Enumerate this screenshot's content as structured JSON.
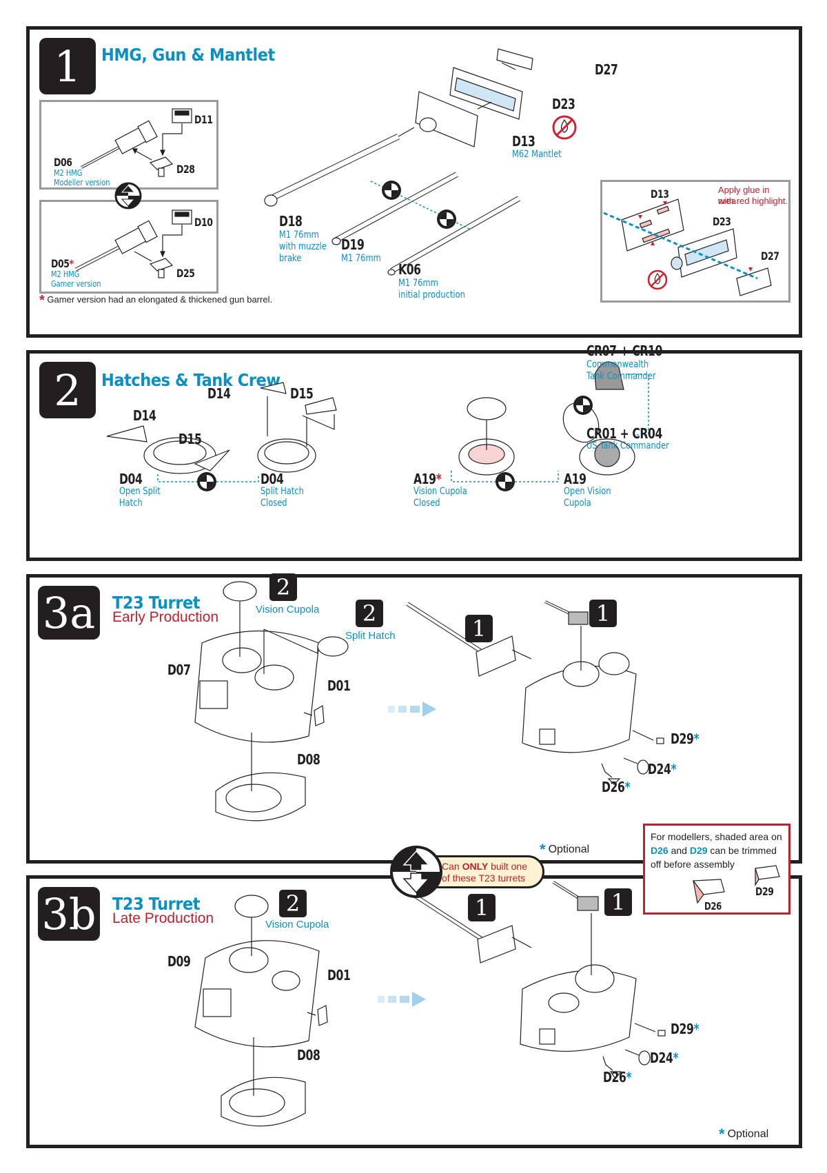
{
  "colors": {
    "accent_blue": "#0a8fc7",
    "accent_red": "#b8232f",
    "ink": "#231f20",
    "callout_bg": "#fdf3d2"
  },
  "step1": {
    "number": "1",
    "title": "HMG, Gun & Mantlet",
    "hmg_modeller": {
      "code": "D06",
      "desc_line1": "M2 HMG",
      "desc_line2": "Modeller version",
      "ammo_box": "D11",
      "mount": "D28"
    },
    "hmg_gamer": {
      "code": "D05",
      "star": "*",
      "desc_line1": "M2 HMG",
      "desc_line2": "Gamer version",
      "ammo_box": "D10",
      "mount": "D25"
    },
    "footnote_star": "*",
    "footnote": "Gamer version had an elongated & thickened gun barrel.",
    "parts": {
      "d27": "D27",
      "d23": "D23",
      "d13": {
        "code": "D13",
        "desc": "M62 Mantlet"
      },
      "d18": {
        "code": "D18",
        "desc_line1": "M1 76mm",
        "desc_line2": "with muzzle",
        "desc_line3": "brake"
      },
      "d19": {
        "code": "D19",
        "desc": "M1 76mm"
      },
      "k06": {
        "code": "K06",
        "desc_line1": "M1 76mm",
        "desc_line2": "initial production"
      }
    },
    "glue_inset": {
      "d13": "D13",
      "d23": "D23",
      "d27": "D27",
      "note_line1": "Apply glue in area",
      "note_line2": "with red highlight."
    },
    "icons": [
      "no-glue-icon",
      "swap-option-icon"
    ]
  },
  "step2": {
    "number": "2",
    "title": "Hatches & Tank Crew",
    "open_hatch": {
      "label_d14": "D14",
      "label_d15": "D15",
      "code": "D04",
      "desc_line1": "Open Split",
      "desc_line2": "Hatch"
    },
    "closed_hatch": {
      "label_d14": "D14",
      "label_d15": "D15",
      "code": "D04",
      "desc_line1": "Split Hatch",
      "desc_line2": "Closed"
    },
    "cupola_closed": {
      "code": "A19",
      "star": "*",
      "desc_line1": "Vision Cupola",
      "desc_line2": "Closed"
    },
    "cupola_open": {
      "code": "A19",
      "desc_line1": "Open Vision",
      "desc_line2": "Cupola"
    },
    "crew_commonwealth": {
      "code": "CR07 + CR10",
      "desc_line1": "Commonwealth",
      "desc_line2": "Tank Commander"
    },
    "crew_us": {
      "code": "CR01 + CR04",
      "desc": "US Tank Commander"
    }
  },
  "step3a": {
    "number": "3a",
    "title": "T23 Turret",
    "subtitle": "Early Production",
    "ref_cupola": {
      "step": "2",
      "label": "Vision Cupola"
    },
    "ref_hatch": {
      "step": "2",
      "label": "Split Hatch"
    },
    "turret": "D07",
    "periscope": "D01",
    "ring": "D08",
    "ref_gun": "1",
    "ref_hmg": "1",
    "d29": "D29",
    "d24": "D24",
    "d26": "D26",
    "star": "*",
    "optional_label": "Optional"
  },
  "callout": {
    "line1_pre": "Can ",
    "line1_bold": "ONLY",
    "line1_post": " built one",
    "line2": "of these T23 turrets"
  },
  "trim_note": {
    "text1": "For modellers, shaded area on",
    "code1": "D26",
    "and": " and ",
    "code2": "D29",
    "text2": " can be trimmed",
    "text3": "off before assembly",
    "part_a": "D29",
    "part_b": "D26"
  },
  "step3b": {
    "number": "3b",
    "title": "T23 Turret",
    "subtitle": "Late Production",
    "ref_cupola": {
      "step": "2",
      "label": "Vision Cupola"
    },
    "turret": "D09",
    "periscope": "D01",
    "ring": "D08",
    "ref_gun": "1",
    "ref_hmg": "1",
    "d29": "D29",
    "d24": "D24",
    "d26": "D26",
    "star": "*",
    "optional_label": "Optional"
  }
}
